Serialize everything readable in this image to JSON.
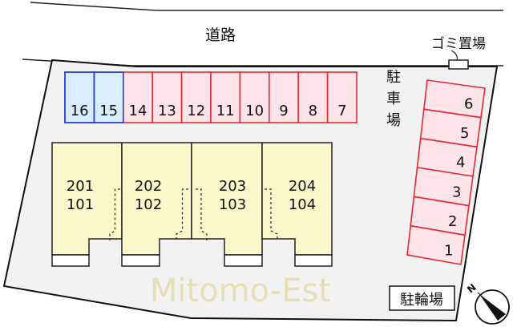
{
  "labels": {
    "road": "道路",
    "garbage": "ゴミ置場",
    "parking": "駐車場",
    "bicycle": "駐輪場",
    "north": "N",
    "watermark": "Mitomo-Est"
  },
  "parking_top": [
    {
      "num": "16",
      "type": "blue"
    },
    {
      "num": "15",
      "type": "blue"
    },
    {
      "num": "14",
      "type": "red"
    },
    {
      "num": "13",
      "type": "red"
    },
    {
      "num": "12",
      "type": "red"
    },
    {
      "num": "11",
      "type": "red"
    },
    {
      "num": "10",
      "type": "red"
    },
    {
      "num": "9",
      "type": "red"
    },
    {
      "num": "8",
      "type": "red"
    },
    {
      "num": "7",
      "type": "red"
    }
  ],
  "parking_side": [
    "6",
    "5",
    "4",
    "3",
    "2",
    "1"
  ],
  "units": [
    {
      "upper": "201",
      "lower": "101"
    },
    {
      "upper": "202",
      "lower": "102"
    },
    {
      "upper": "203",
      "lower": "103"
    },
    {
      "upper": "204",
      "lower": "104"
    }
  ],
  "colors": {
    "lot": "#f2f2f2",
    "red_stroke": "#e8282f",
    "red_fill": "#fde3ea",
    "blue_stroke": "#2b3fe0",
    "blue_fill": "#d9eefa",
    "building": "#fdf8cc"
  }
}
